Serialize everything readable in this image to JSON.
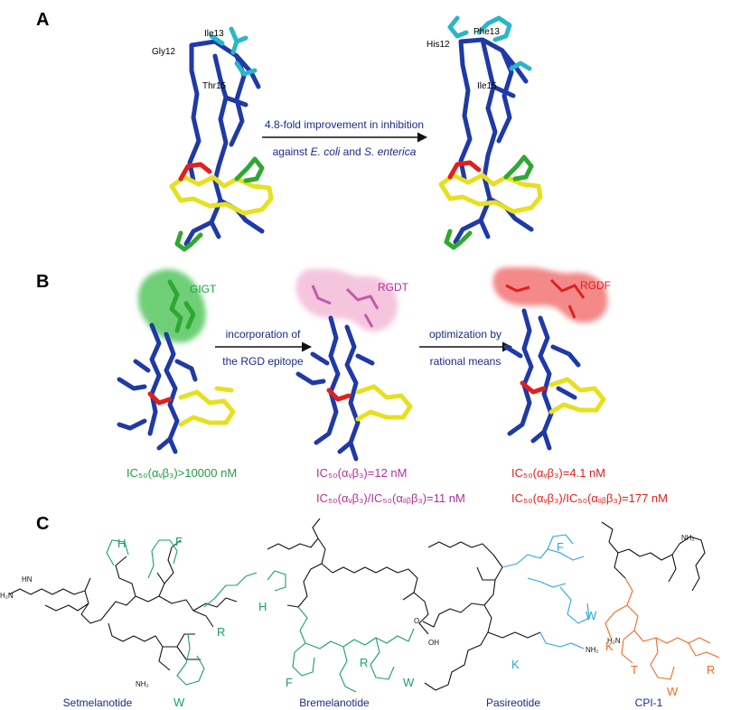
{
  "panels": {
    "a": {
      "label": "A",
      "left_residues": [
        "Ile13",
        "Gly12",
        "Thr15"
      ],
      "right_residues": [
        "His12",
        "Phe13",
        "Ile15"
      ],
      "arrow_line1": "4.8-fold improvement in inhibition",
      "arrow_line2_prefix": "against ",
      "arrow_line2_org1": "E. coli",
      "arrow_line2_mid": " and ",
      "arrow_line2_org2": "S. enterica"
    },
    "b": {
      "label": "B",
      "epitope1": "GIGT",
      "epitope2": "RGDT",
      "epitope3": "RGDF",
      "arrow1_line1": "incorporation of",
      "arrow1_line2": "the RGD epitope",
      "arrow2_line1": "optimization by",
      "arrow2_line2": "rational means",
      "ic1": "IC₅₀(αᵥβ₃)>10000 nM",
      "ic2a": "IC₅₀(αᵥβ₃)=12 nM",
      "ic2b": "IC₅₀(αᵥβ₃)/IC₅₀(αᵢᵢᵦβ₃)=11 nM",
      "ic3a": "IC₅₀(αᵥβ₃)=4.1 nM",
      "ic3b": "IC₅₀(αᵥβ₃)/IC₅₀(αᵢᵢᵦβ₃)=177 nM"
    },
    "c": {
      "label": "C",
      "compounds": [
        {
          "name": "Setmelanotide",
          "letters": [
            "H",
            "F",
            "R",
            "W"
          ]
        },
        {
          "name": "Bremelanotide",
          "letters": [
            "H",
            "F",
            "R",
            "W"
          ]
        },
        {
          "name": "Pasireotide",
          "letters": [
            "F",
            "W",
            "K"
          ]
        },
        {
          "name": "CPI-1",
          "letters": [
            "K",
            "T",
            "R",
            "W"
          ]
        }
      ]
    }
  },
  "colors": {
    "backbone": "#1f3aa6",
    "linker": "#e6e021",
    "disulfide": "#e0201c",
    "aromatic": "#2fa830",
    "variable": "#2bb6c8",
    "rgdt": "#b0329a",
    "rgdf": "#e0201c",
    "gigt": "#1fa040",
    "pasireotide": "#29a7d8",
    "cpi1": "#f26a21",
    "melano": "#19a06a"
  }
}
